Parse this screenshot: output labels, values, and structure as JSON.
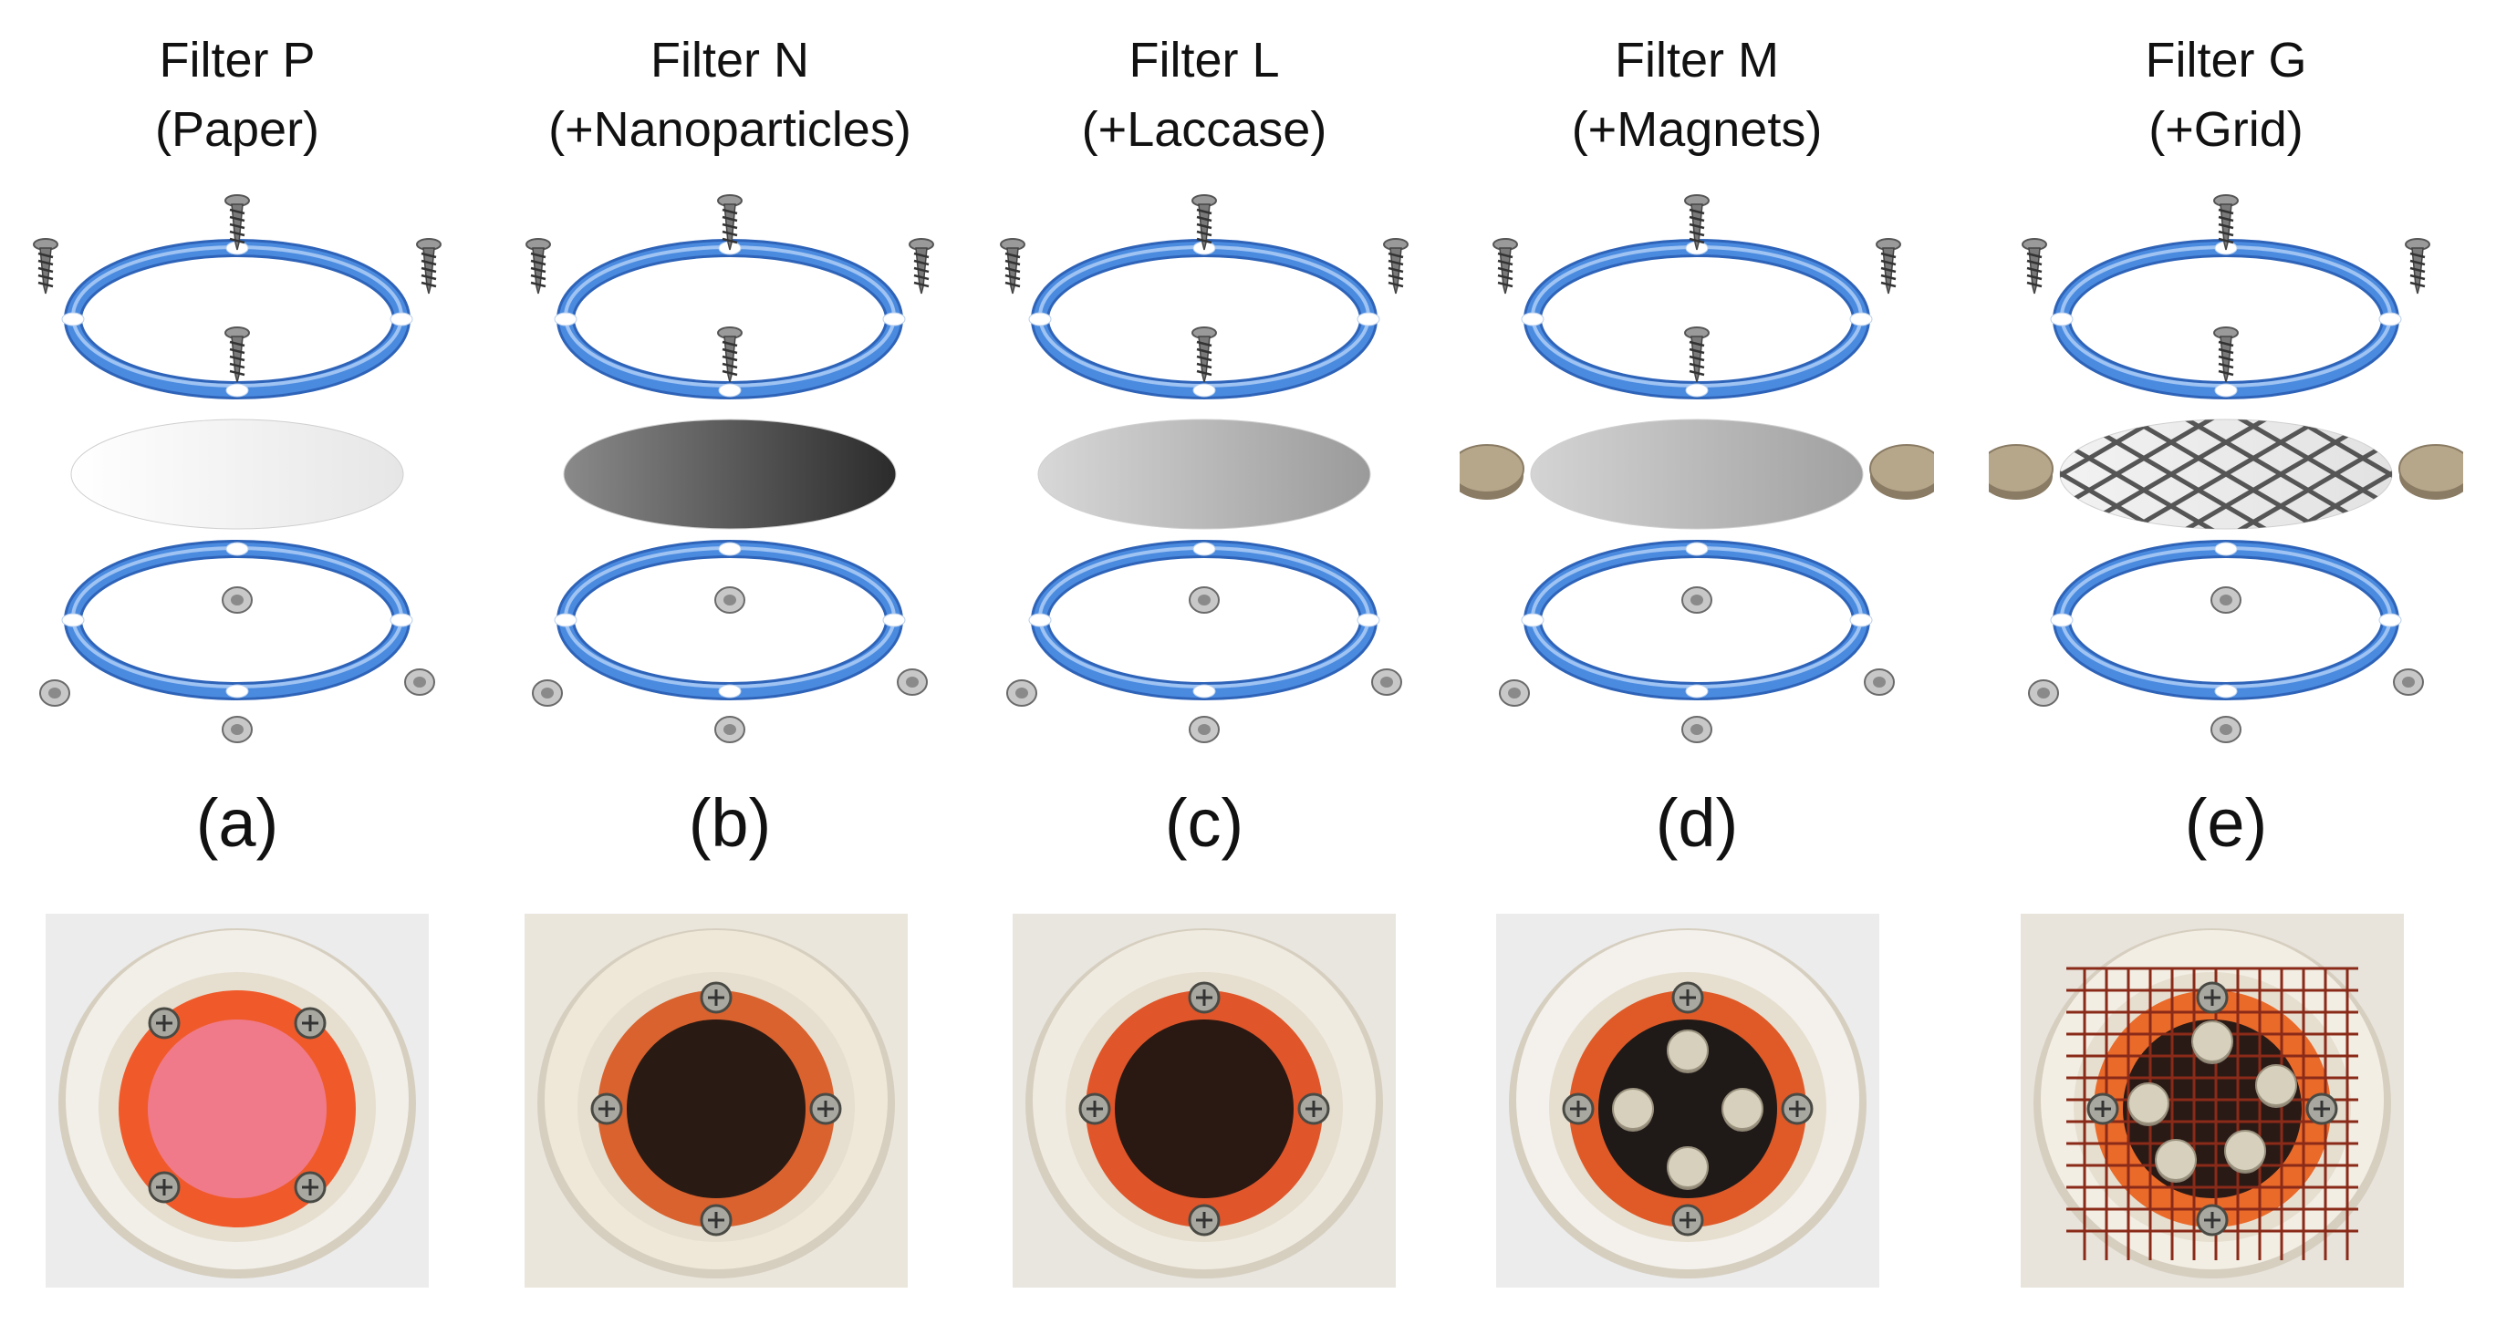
{
  "panels": [
    {
      "title": "Filter P",
      "subtitle": "(Paper)",
      "letter": "(a)",
      "variant": "paper",
      "disc_colors": [
        "#ffffff",
        "#e6e6e6"
      ],
      "magnets": 0,
      "grid": false,
      "photo": {
        "bg": "#ececec",
        "cup": "#f2efe8",
        "ring": "#f05a2a",
        "center": "#f07a8a",
        "screws": 4,
        "magnets": 0,
        "grid": false
      }
    },
    {
      "title": "Filter N",
      "subtitle": "(+Nanoparticles)",
      "letter": "(b)",
      "variant": "nanoparticles",
      "disc_colors": [
        "#8a8a8a",
        "#2b2b2b"
      ],
      "magnets": 0,
      "grid": false,
      "photo": {
        "bg": "#ebe6dc",
        "cup": "#efe8d8",
        "ring": "#d9622e",
        "center": "#2a1a14",
        "screws": 4,
        "magnets": 0,
        "grid": false
      }
    },
    {
      "title": "Filter L",
      "subtitle": "(+Laccase)",
      "letter": "(c)",
      "variant": "laccase",
      "disc_colors": [
        "#d8d8d8",
        "#9a9a9a"
      ],
      "magnets": 0,
      "grid": false,
      "photo": {
        "bg": "#e9e6e0",
        "cup": "#f0ebe0",
        "ring": "#e0562a",
        "center": "#2a1812",
        "screws": 4,
        "magnets": 0,
        "grid": false
      }
    },
    {
      "title": "Filter M",
      "subtitle": "(+Magnets)",
      "letter": "(d)",
      "variant": "magnets",
      "disc_colors": [
        "#d4d4d4",
        "#a0a0a0"
      ],
      "magnets": 2,
      "grid": false,
      "photo": {
        "bg": "#ececec",
        "cup": "#f4f1ec",
        "ring": "#e05a28",
        "center": "#1f1a18",
        "screws": 4,
        "magnets": 4,
        "grid": false
      }
    },
    {
      "title": "Filter G",
      "subtitle": "(+Grid)",
      "letter": "(e)",
      "variant": "grid",
      "disc_colors": [
        "#f2f2f2",
        "#e2e2e2"
      ],
      "magnets": 2,
      "grid": true,
      "photo": {
        "bg": "#e8e4dc",
        "cup": "#f3eee4",
        "ring": "#ea6a2a",
        "center": "#2a1a16",
        "screws": 4,
        "magnets": 5,
        "grid": true
      }
    }
  ],
  "colors": {
    "ring_main": "#4a8be0",
    "ring_light": "#9fc3f2",
    "ring_dark": "#2e63b8",
    "screw": "#7a7a7a",
    "magnet": "#b6a68a"
  }
}
